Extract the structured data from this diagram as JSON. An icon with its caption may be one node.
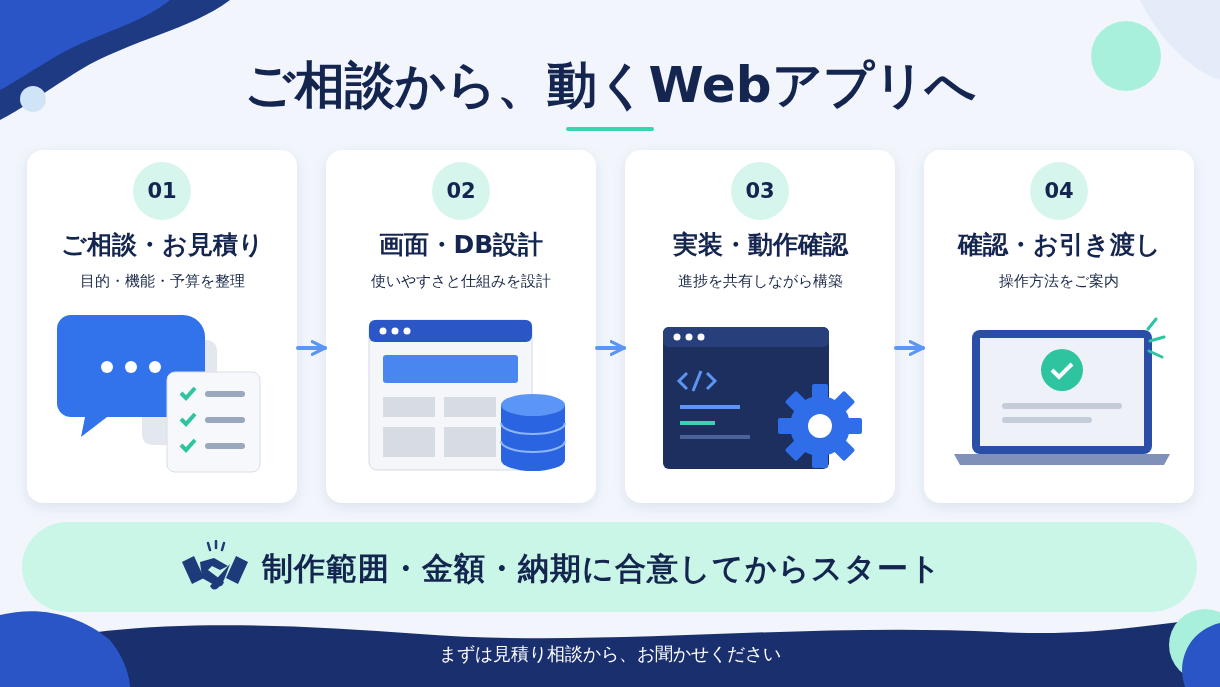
{
  "diagram": {
    "title": "ご相談から、動くWebアプリへ",
    "caption": "まずは見積り相談から、お聞かせください",
    "nodes": [
      {
        "text": [
          "01",
          "ご相談・お見積り",
          "目的・機能・予算を整理"
        ]
      },
      {
        "text": [
          "02",
          "画面・DB設計",
          "使いやすさと仕組みを設計"
        ]
      },
      {
        "text": [
          "03",
          "実装・動作確認",
          "進捗を共有しながら構築"
        ]
      },
      {
        "text": [
          "04",
          "確認・お引き渡し",
          "操作方法をご案内"
        ]
      },
      {
        "text": [
          "制作範囲・金額・納期に合意してからスタート"
        ]
      }
    ],
    "edges": [
      {
        "from": 0,
        "to": 1,
        "arrow": "to"
      },
      {
        "from": 1,
        "to": 2,
        "arrow": "to"
      },
      {
        "from": 2,
        "to": 3,
        "arrow": "to"
      }
    ]
  }
}
